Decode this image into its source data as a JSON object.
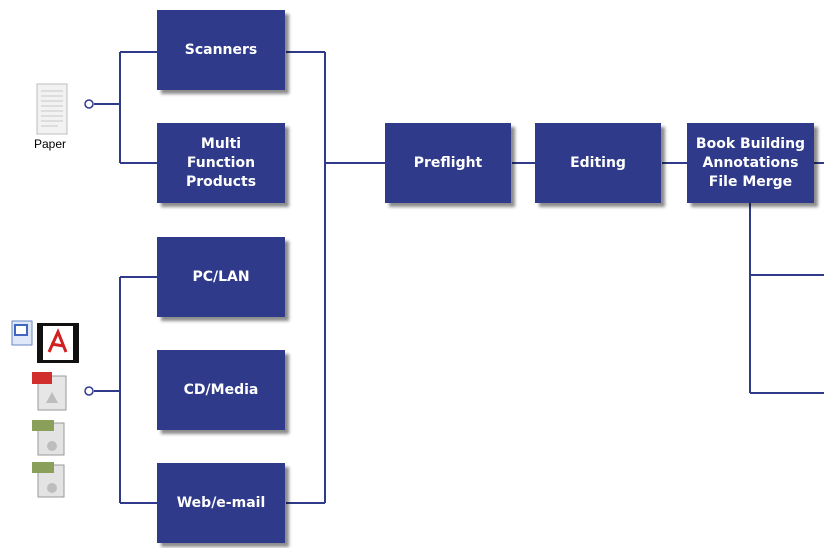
{
  "colors": {
    "box": "#2f3a8a",
    "line": "#2f3a8a"
  },
  "sources": {
    "paper_label": "Paper"
  },
  "boxes": {
    "scanners": "Scanners",
    "mfp": "Multi\nFunction\nProducts",
    "pclan": "PC/LAN",
    "cdmedia": "CD/Media",
    "webemail": "Web/e-mail",
    "preflight": "Preflight",
    "editing": "Editing",
    "bookbuilding": "Book Building\nAnnotations\nFile Merge"
  },
  "icons": {
    "paper": "paper-document-icon",
    "word": "word-document-icon",
    "acrobat": "acrobat-document-icon",
    "pdf": "pdf-file-icon",
    "file1": "generic-file-icon",
    "file2": "generic-file-icon"
  }
}
